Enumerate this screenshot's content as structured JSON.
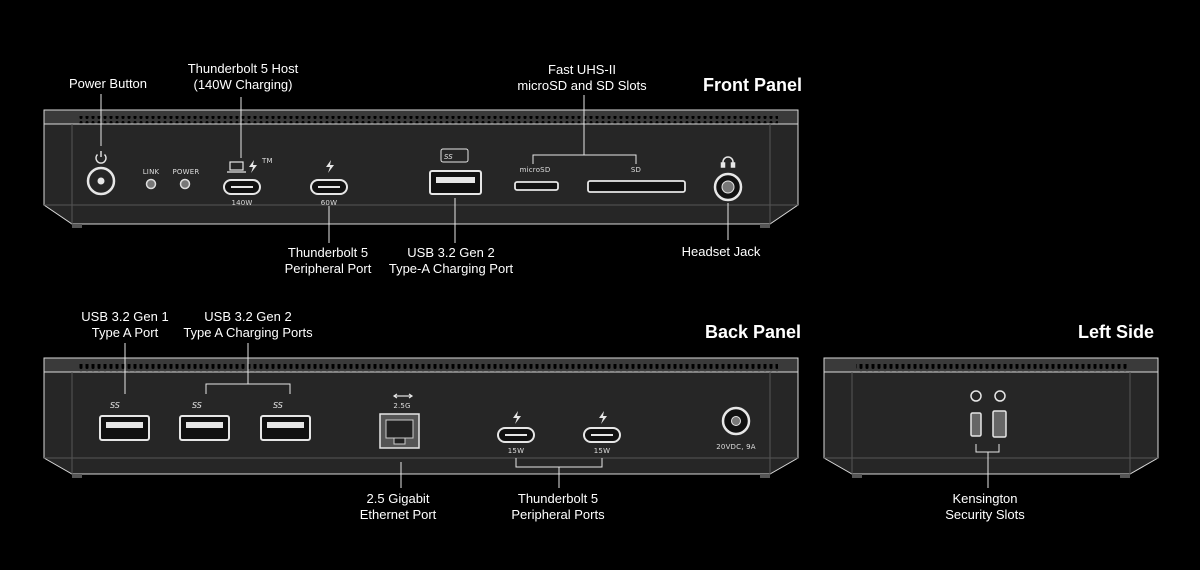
{
  "panels": {
    "front": "Front Panel",
    "back": "Back Panel",
    "left": "Left Side"
  },
  "front_labels": {
    "power_button": [
      "Power Button"
    ],
    "tb5_host": [
      "Thunderbolt 5 Host",
      "(140W Charging)"
    ],
    "card_slots": [
      "Fast UHS-II",
      "microSD and SD Slots"
    ],
    "tb5_peripheral": [
      "Thunderbolt 5",
      "Peripheral Port"
    ],
    "usb_a": [
      "USB 3.2 Gen 2",
      "Type-A Charging Port"
    ],
    "headset": [
      "Headset Jack"
    ]
  },
  "back_labels": {
    "usb_gen1": [
      "USB 3.2 Gen 1",
      "Type A Port"
    ],
    "usb_gen2": [
      "USB 3.2 Gen 2",
      "Type A Charging Ports"
    ],
    "ethernet": [
      "2.5 Gigabit",
      "Ethernet Port"
    ],
    "tb5_ports": [
      "Thunderbolt 5",
      "Peripheral Ports"
    ]
  },
  "left_labels": {
    "kensington": [
      "Kensington",
      "Security Slots"
    ]
  },
  "device_text": {
    "link": "LINK",
    "power": "POWER",
    "w140": "140W",
    "w60": "60W",
    "microsd": "microSD",
    "sd": "SD",
    "w15a": "15W",
    "w15b": "15W",
    "dc": "20VDC, 9A",
    "g25": "2.5G",
    "ss5": "SS",
    "ss10a": "SS",
    "ss10b": "SS",
    "ss10c": "SS",
    "tm": "TM"
  },
  "colors": {
    "background": "#000000",
    "body": "#2b2b2b",
    "outline": "#d9d9d9"
  }
}
